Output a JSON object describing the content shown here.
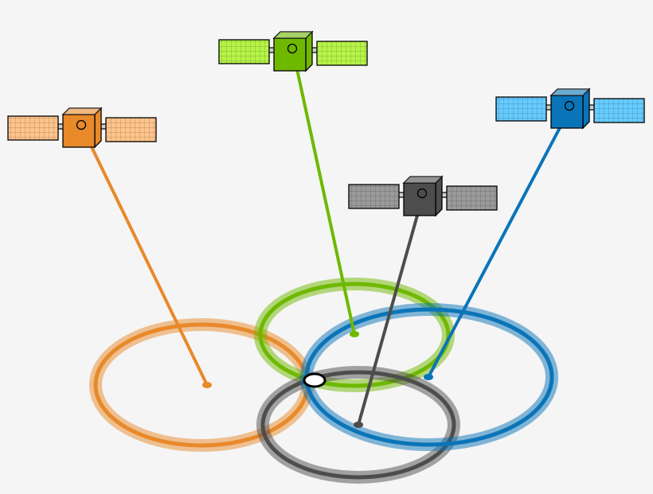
{
  "diagram": {
    "background": "#f5f5f5",
    "fix_marker": {
      "name": "position-fix",
      "fill": "#ffffff",
      "stroke": "#000000"
    },
    "satellites": [
      {
        "id": "orange",
        "body": "#e8892a",
        "panel": "#ffc48a",
        "line": "#e8892a",
        "ring": "#e8892a"
      },
      {
        "id": "green",
        "body": "#6fb800",
        "panel": "#b6f447",
        "line": "#6fb800",
        "ring": "#6fb800"
      },
      {
        "id": "gray",
        "body": "#4d4d4d",
        "panel": "#9a9a9a",
        "line": "#4d4d4d",
        "ring": "#4d4d4d"
      },
      {
        "id": "blue",
        "body": "#0a74b8",
        "panel": "#66ccff",
        "line": "#0a74b8",
        "ring": "#0a74b8"
      }
    ]
  }
}
